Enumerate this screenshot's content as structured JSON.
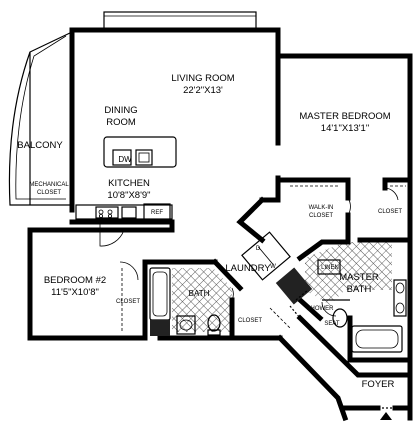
{
  "rooms": {
    "living": {
      "name": "LIVING ROOM",
      "dims": "22'2\"X13'"
    },
    "dining": {
      "line1": "DINING",
      "line2": "ROOM"
    },
    "master_bedroom": {
      "name": "MASTER BEDROOM",
      "dims": "14'1\"X13'1\""
    },
    "balcony": {
      "name": "BALCONY"
    },
    "mechanical_closet": {
      "line1": "MECHANICAL",
      "line2": "CLOSET"
    },
    "kitchen": {
      "name": "KITCHEN",
      "dims": "10'8\"X8'9\""
    },
    "walk_in_closet": {
      "line1": "WALK-IN",
      "line2": "CLOSET"
    },
    "closet_right": {
      "name": "CLOSET"
    },
    "bedroom2": {
      "name": "BEDROOM #2",
      "dims": "11'5\"X10'8\""
    },
    "closet_bed2": {
      "name": "CLOSET"
    },
    "bath": {
      "name": "BATH"
    },
    "closet_hall": {
      "name": "CLOSET"
    },
    "laundry": {
      "name": "LAUNDRY"
    },
    "master_bath": {
      "line1": "MASTER",
      "line2": "BATH"
    },
    "linen": {
      "name": "LINEN"
    },
    "shower": {
      "name": "SHOWER"
    },
    "seat": {
      "name": "SEAT"
    },
    "foyer": {
      "name": "FOYER"
    }
  },
  "fixtures": {
    "dishwasher": "DW",
    "refrigerator": "REF",
    "dryer": "D",
    "washer": "W"
  },
  "colors": {
    "walls": "#000000",
    "background": "#ffffff",
    "tile_hatch": "#555555"
  }
}
